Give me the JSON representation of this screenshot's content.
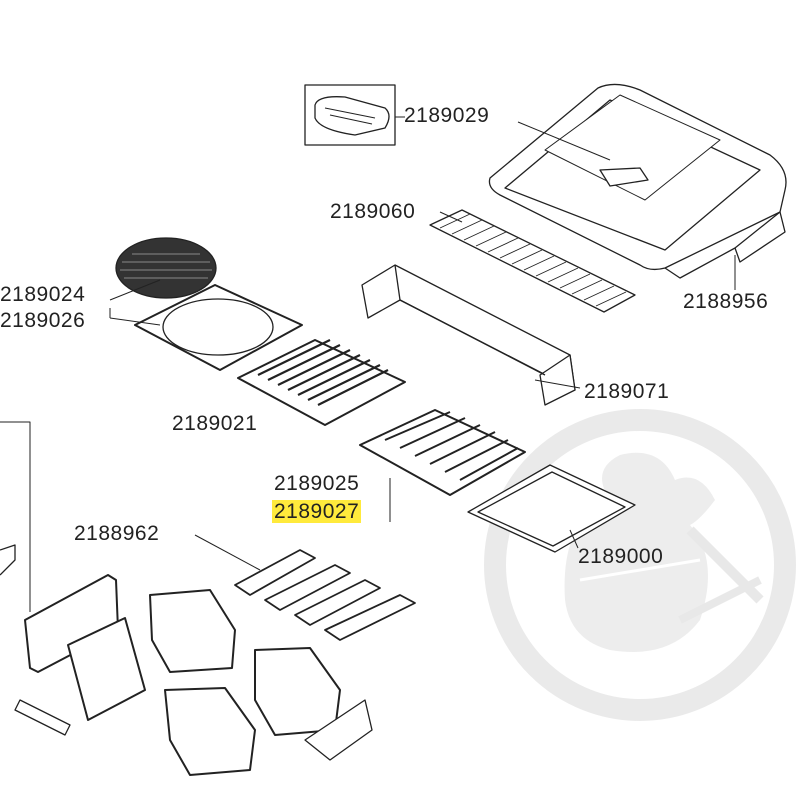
{
  "part_labels": {
    "p2189029": "2189029",
    "p2189060": "2189060",
    "p2188956": "2188956",
    "p2189024": "2189024",
    "p2189026": "2189026",
    "p2189021": "2189021",
    "p2189071": "2189071",
    "p2189025": "2189025",
    "p2189027": "2189027",
    "p2188962": "2188962",
    "p2189000": "2189000"
  },
  "highlighted_part": "2189027",
  "colors": {
    "highlight": "#ffea3c",
    "line": "#222222",
    "watermark": "#e6e6e6"
  }
}
